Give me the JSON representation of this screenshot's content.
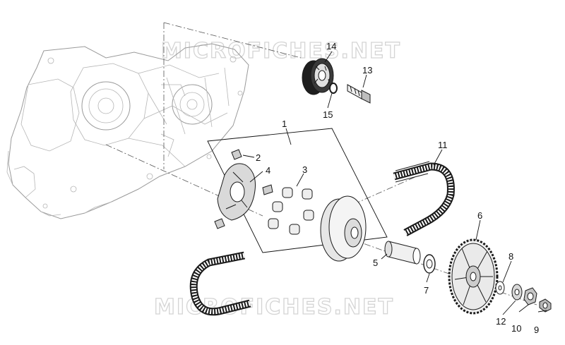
{
  "watermark": {
    "top": "MICROFICHES.NET",
    "bottom": "MICROFICHES.NET"
  },
  "callouts": {
    "c1": "1",
    "c2": "2",
    "c3": "3",
    "c4": "4",
    "c5": "5",
    "c6": "6",
    "c7": "7",
    "c8": "8",
    "c9": "9",
    "c10": "10",
    "c11": "11",
    "c12": "12",
    "c13": "13",
    "c14": "14",
    "c15": "15"
  }
}
